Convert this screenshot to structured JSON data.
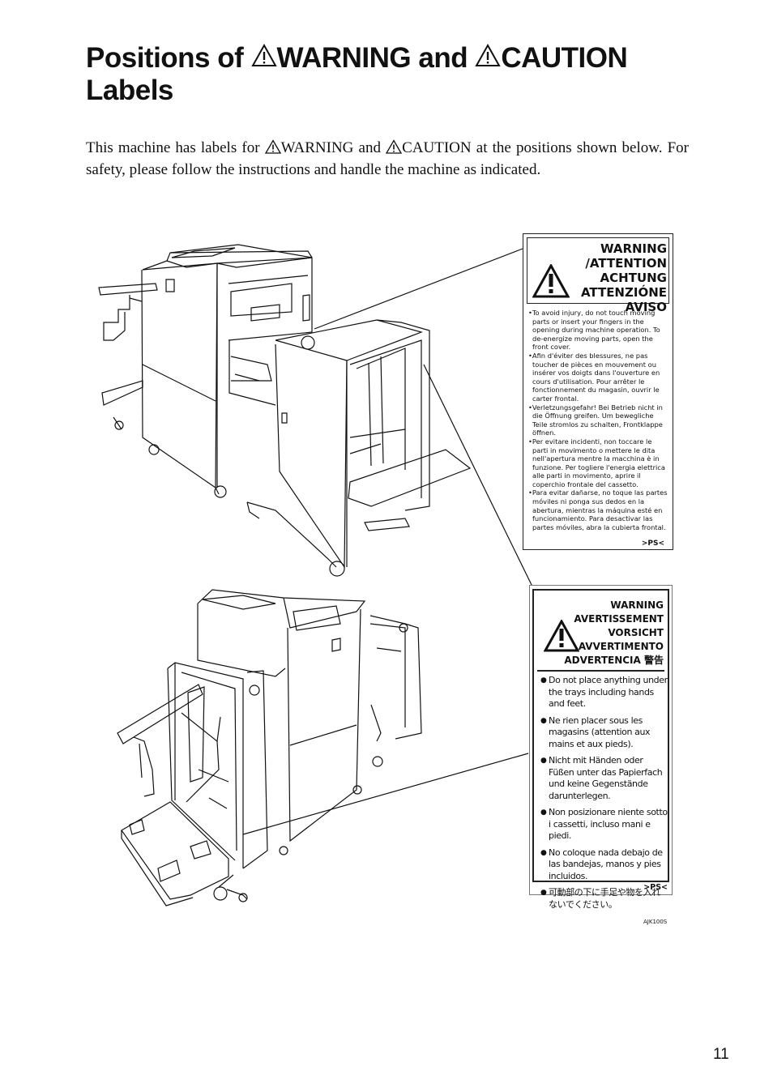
{
  "heading": {
    "part1": "Positions of ",
    "part2": "WARNING and ",
    "part3": "CAUTION",
    "line2": "Labels"
  },
  "intro": {
    "text1": "This machine has labels for ",
    "text2": "WARNING and ",
    "text3": "CAUTION at the positions shown below. For safety, please follow the instructions and handle  the machine as indicated."
  },
  "label_top": {
    "header_lines": [
      "WARNING /ATTENTION",
      "ACHTUNG",
      "ATTENZIÓNE",
      "AVISO"
    ],
    "items": [
      "•To avoid injury, do not touch moving parts or insert your fingers in the opening during machine operation. To de-energize moving parts, open the front cover.",
      "•Afin d'éviter des blessures, ne pas toucher de pièces en mouvement ou insérer vos doigts dans l'ouverture en cours d'utilisation. Pour arrêter le fonctionnement du magasin, ouvrir le carter frontal.",
      "•Verletzungsgefahr! Bei Betrieb nicht in die Öffnung greifen. Um bewegliche Teile stromlos zu schalten, Frontklappe öffnen.",
      "•Per evitare incidenti, non toccare le parti in movimento o mettere le dita nell'apertura mentre la macchina è in funzione. Per togliere l'energia elettrica alle parti in movimento, aprire il coperchio frontale del cassetto.",
      "•Para evitar dañarse, no toque las partes móviles ni ponga sus dedos en la abertura, mientras la máquina esté en funcionamiento. Para desactivar las partes móviles, abra la cubierta frontal."
    ],
    "code": ">PS<"
  },
  "label_bottom": {
    "header_lines": [
      "WARNING",
      "AVERTISSEMENT",
      "VORSICHT",
      "AVVERTIMENTO",
      "ADVERTENCIA 警告"
    ],
    "items": [
      "Do not place anything under the trays including hands and feet.",
      "Ne rien placer sous les magasins (attention aux mains et aux pieds).",
      "Nicht mit Händen oder Füßen unter das Papierfach und keine Gegenstände darunterlegen.",
      "Non posizionare niente sotto i cassetti, incluso mani e piedi.",
      "No coloque nada debajo de las bandejas, manos y pies incluidos.",
      "可動部の下に手足や物を入れないでください。"
    ],
    "code": ">PS<"
  },
  "figure_code": "AJK100S",
  "page_number": "11"
}
